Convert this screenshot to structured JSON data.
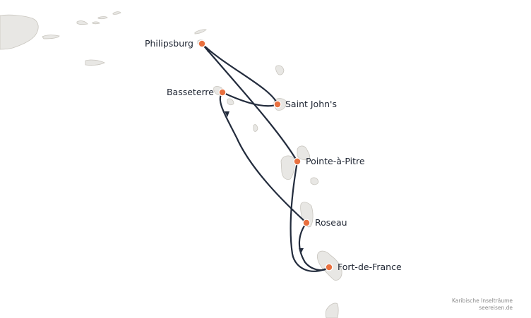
{
  "map": {
    "route_color": "#232c3d",
    "port_color": "#e8703f",
    "land_color": "#e8e7e4"
  },
  "ports": {
    "philipsburg": "Philipsburg",
    "saint_johns": "Saint John's",
    "basseterre": "Basseterre",
    "pointe_a_pitre": "Pointe-à-Pitre",
    "roseau": "Roseau",
    "fort_de_france": "Fort-de-France"
  },
  "credit": {
    "line1": "Karibische Inselträume",
    "line2": "seereisen.de"
  }
}
